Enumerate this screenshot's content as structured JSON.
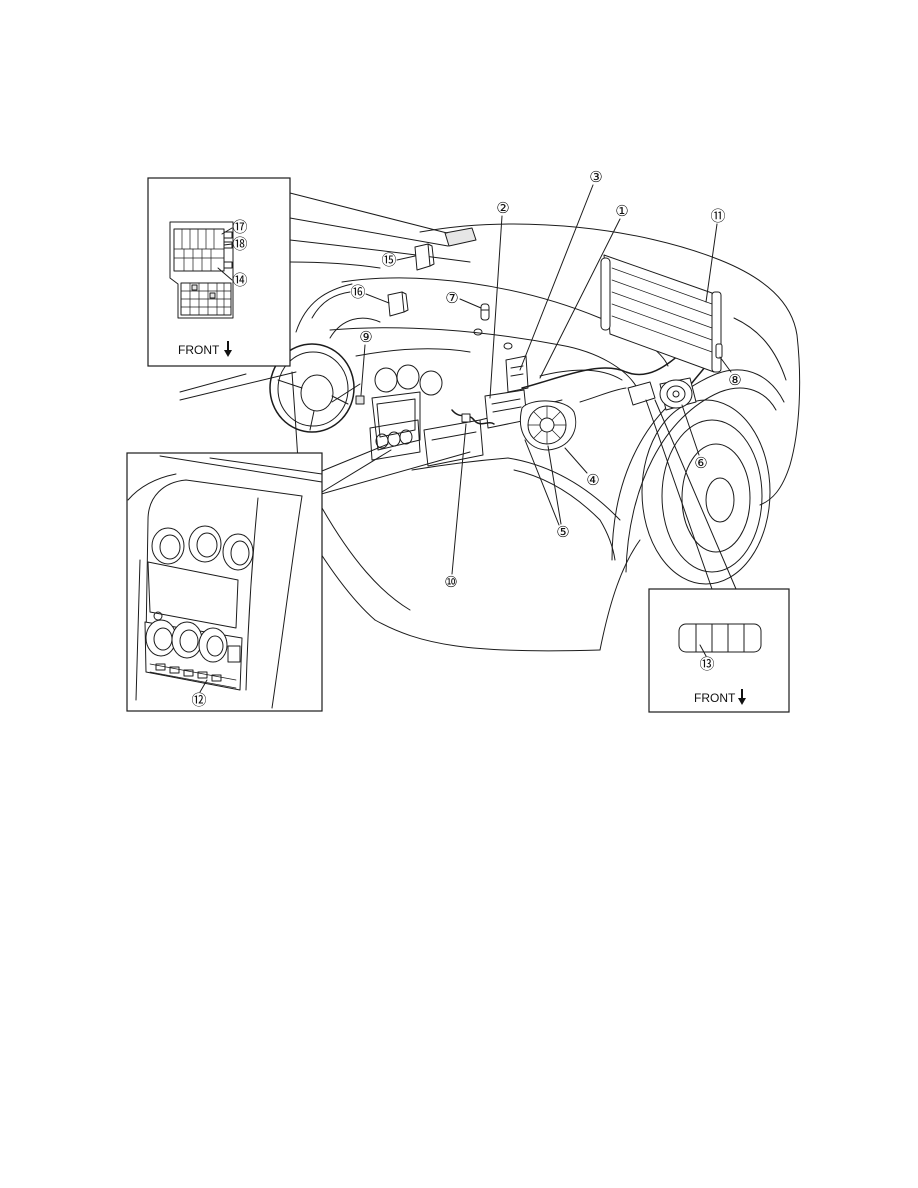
{
  "main_diagram": {
    "callouts": [
      "①",
      "②",
      "③",
      "④",
      "⑤",
      "⑥",
      "⑦",
      "⑧",
      "⑨",
      "⑩",
      "⑪",
      "⑮",
      "⑯"
    ]
  },
  "fuse_block_inset": {
    "callouts": [
      "⑭",
      "⑰",
      "⑱"
    ],
    "front_label": "FRONT",
    "front_icon": "down-arrow-icon"
  },
  "center_console_inset": {
    "callouts": [
      "⑫"
    ]
  },
  "relay_block_inset": {
    "callouts": [
      "⑬"
    ],
    "front_label": "FRONT",
    "front_icon": "down-arrow-icon"
  }
}
